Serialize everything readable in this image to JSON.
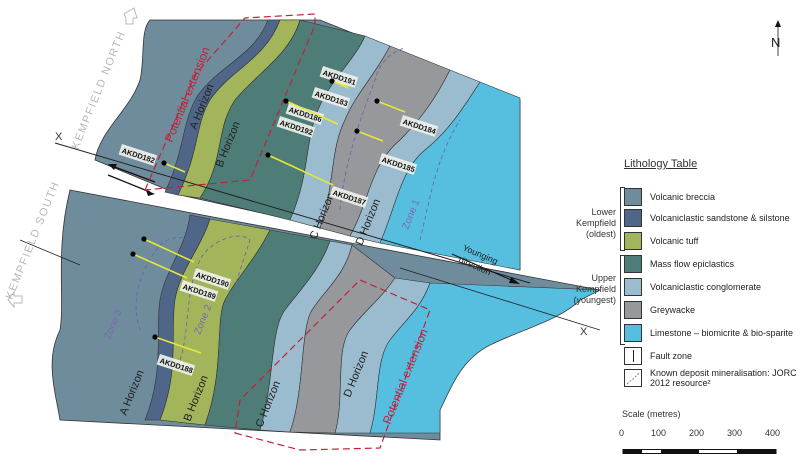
{
  "map": {
    "regions": {
      "north": "KEMPFIELD NORTH",
      "south": "KEMPFIELD SOUTH"
    },
    "fault_marker": "X",
    "horizons": {
      "a": "A Horizon",
      "b": "B Horizon",
      "c": "C Horizon",
      "d": "D Horizon"
    },
    "zones": {
      "z1": "Zone 1",
      "z2": "Zone 2",
      "z3": "Zone 3"
    },
    "potential_extension": "Potential extension",
    "younging": {
      "line1": "Younging",
      "line2": "direction"
    },
    "north_arrow": "N",
    "drillholes": [
      "AKDD182",
      "AKDD191",
      "AKDD183",
      "AKDD186",
      "AKDD192",
      "AKDD184",
      "AKDD185",
      "AKDD187",
      "AKDD190",
      "AKDD189",
      "AKDD188"
    ]
  },
  "legend": {
    "title": "Lithology Table",
    "groups": {
      "lower": {
        "line1": "Lower",
        "line2": "Kempfield",
        "line3": "(oldest)"
      },
      "upper": {
        "line1": "Upper",
        "line2": "Kempfield",
        "line3": "(youngest)"
      }
    },
    "items": [
      {
        "label": "Volcanic breccia",
        "color": "#6f8c9c"
      },
      {
        "label": "Volcaniclastic sandstone & silstone",
        "color": "#4f6688"
      },
      {
        "label": "Volcanic tuff",
        "color": "#a3b55a"
      },
      {
        "label": "Mass flow epiclastics",
        "color": "#4e7d78"
      },
      {
        "label": "Volcaniclastic conglomerate",
        "color": "#9bbccf"
      },
      {
        "label": "Greywacke",
        "color": "#97989b"
      },
      {
        "label": "Limestone – biomicrite & bio-sparite",
        "color": "#56bfe0"
      },
      {
        "label": "Fault zone",
        "color": "#ffffff"
      },
      {
        "label": "Known deposit mineralisation: JORC 2012 resource²",
        "color": "#ffffff"
      }
    ]
  },
  "scale": {
    "title": "Scale (metres)",
    "ticks": [
      "0",
      "100",
      "200",
      "300",
      "400"
    ]
  },
  "colors": {
    "drillhole_trace": "#e6e63a",
    "potential_extension": "#c0223a",
    "zone_outline": "#7a6ab0",
    "fault": "#222222"
  }
}
